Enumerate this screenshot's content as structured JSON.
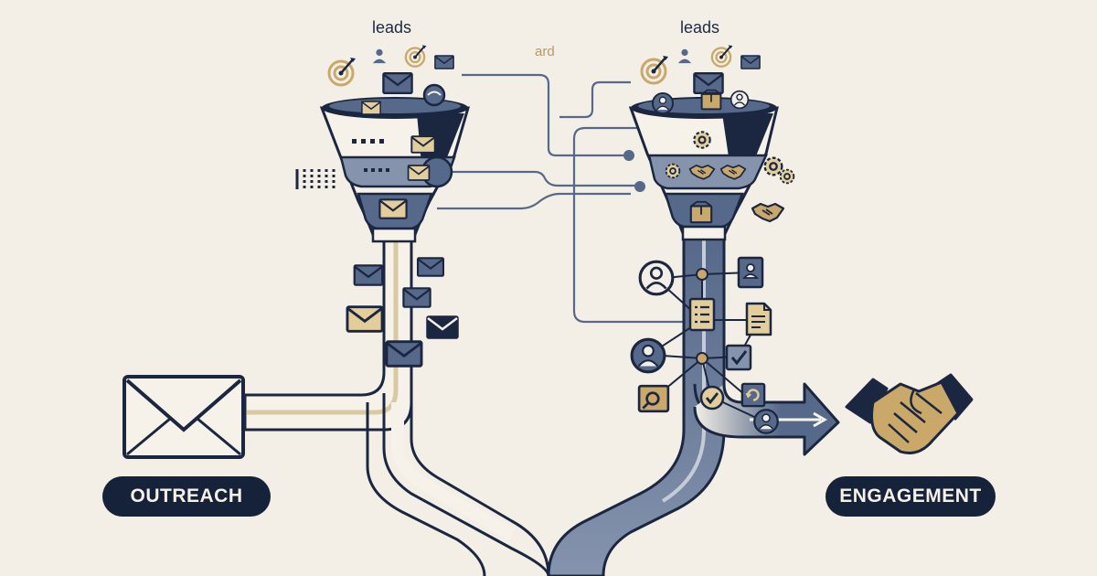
{
  "labels": {
    "leads_left": "leads",
    "leads_right": "leads",
    "ard": "ard",
    "outreach": "OUTREACH",
    "engagement": "ENGAGEMENT"
  },
  "colors": {
    "background": "#f3efe6",
    "navy": "#1b2740",
    "slate": "#56698a",
    "slate_light": "#8593ad",
    "gold": "#c9a86a",
    "cream": "#f6f2e9"
  },
  "icons": [
    "envelope-icon",
    "target-icon",
    "person-icon",
    "document-icon",
    "gear-icon",
    "handshake-icon",
    "checkbox-icon",
    "package-icon",
    "refresh-icon",
    "arrow-right-icon"
  ]
}
